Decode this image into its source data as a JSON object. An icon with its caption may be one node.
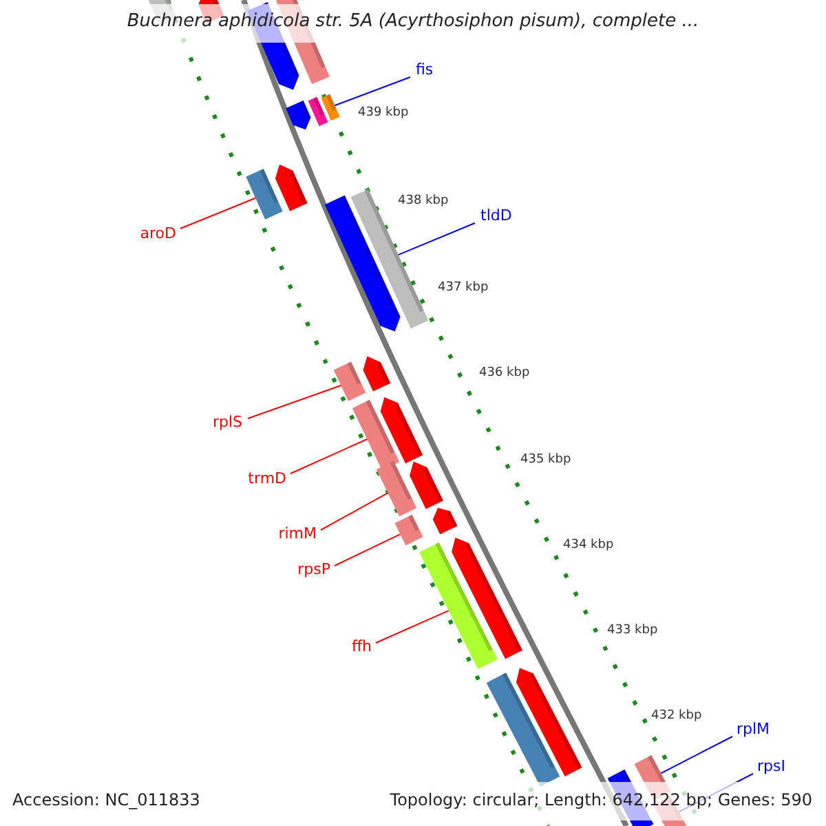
{
  "diagram": {
    "title": "Buchnera aphidicola str. 5A (Acyrthosiphon pisum), complete ...",
    "nodes": [
      {
        "text": [
          "fis"
        ]
      },
      {
        "text": [
          "aroD"
        ]
      },
      {
        "text": [
          "tldD"
        ]
      },
      {
        "text": [
          "rplS"
        ]
      },
      {
        "text": [
          "trmD"
        ]
      },
      {
        "text": [
          "rimM"
        ]
      },
      {
        "text": [
          "rpsP"
        ]
      },
      {
        "text": [
          "ffh"
        ]
      },
      {
        "text": [
          "rplM"
        ]
      },
      {
        "text": [
          "rpsI"
        ]
      },
      {
        "text": [],
        "shape": "bar"
      },
      {
        "text": [],
        "shape": "bar"
      },
      {
        "text": [],
        "shape": "bar"
      },
      {
        "text": [],
        "shape": "bar"
      },
      {
        "text": [],
        "shape": "bar"
      },
      {
        "text": [],
        "shape": "bar"
      },
      {
        "text": [],
        "shape": "bar"
      },
      {
        "text": [],
        "shape": "bar"
      },
      {
        "text": [],
        "shape": "bar"
      },
      {
        "text": [],
        "shape": "bar"
      }
    ],
    "edges": [
      {
        "from": 0,
        "to": 10,
        "arrow": "none",
        "color": "#0000ff"
      },
      {
        "from": 1,
        "to": 11,
        "arrow": "none"
      },
      {
        "from": 2,
        "to": 12,
        "arrow": "none",
        "color": "#0000ff"
      },
      {
        "from": 3,
        "to": 13,
        "arrow": "none"
      },
      {
        "from": 4,
        "to": 14,
        "arrow": "none"
      },
      {
        "from": 5,
        "to": 15,
        "arrow": "none"
      },
      {
        "from": 6,
        "to": 16,
        "arrow": "none"
      },
      {
        "from": 7,
        "to": 17,
        "arrow": "none"
      },
      {
        "from": 8,
        "to": 18,
        "arrow": "none",
        "color": "#0000ff"
      },
      {
        "from": 9,
        "to": 19,
        "arrow": "none",
        "color": "#0000ff"
      }
    ],
    "labels": [
      "439 kbp",
      "438 kbp",
      "437 kbp",
      "436 kbp",
      "435 kbp",
      "434 kbp",
      "433 kbp",
      "432 kbp",
      "Accession: NC_011833",
      "Topology: circular; Length: 642,122 bp; Genes: 590"
    ]
  }
}
